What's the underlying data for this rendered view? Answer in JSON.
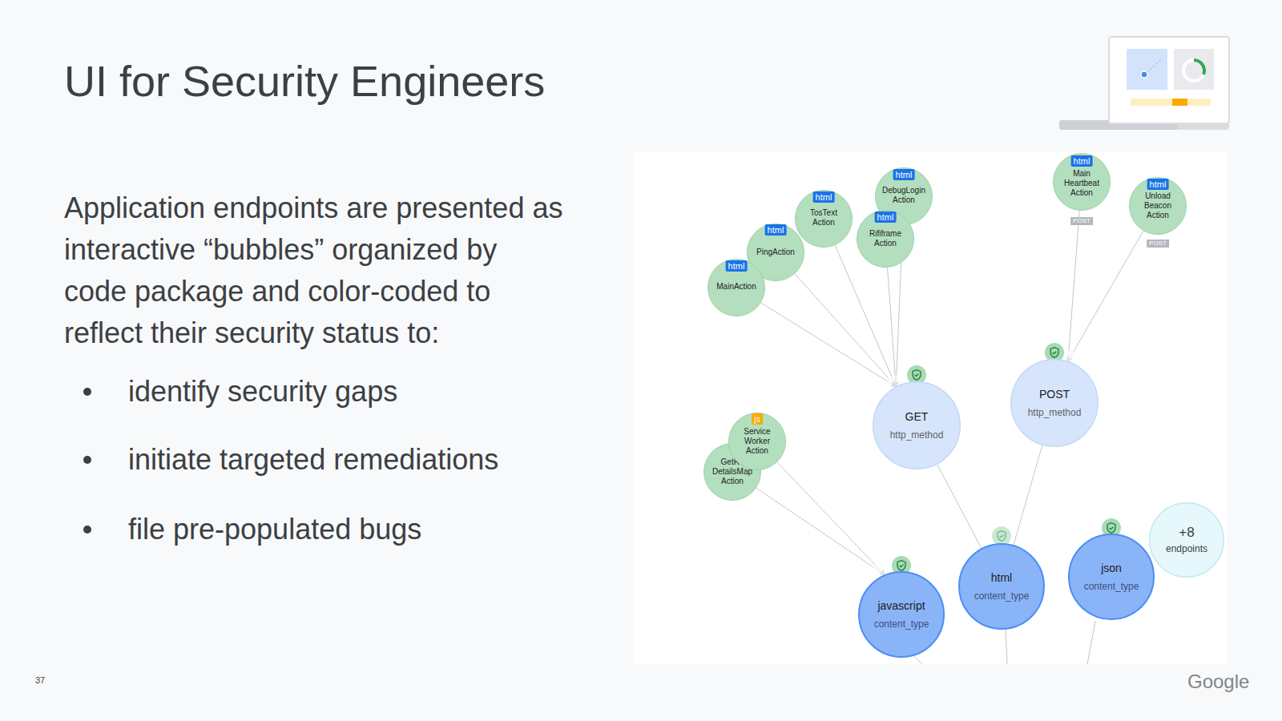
{
  "diagram": {
    "title": "UI for Security Engineers",
    "nodes": [
      {
        "text": [
          "html",
          "MainAction"
        ]
      },
      {
        "text": [
          "html",
          "PingAction"
        ]
      },
      {
        "text": [
          "html",
          "TosText Action"
        ]
      },
      {
        "text": [
          "html",
          "DebugLogin Action"
        ]
      },
      {
        "text": [
          "html",
          "Rififrame Action"
        ]
      },
      {
        "text": [
          "html",
          "Main Heartbeat Action",
          "POST"
        ]
      },
      {
        "text": [
          "html",
          "Unload Beacon Action",
          "POST"
        ]
      },
      {
        "text": [
          "GET",
          "http_method"
        ]
      },
      {
        "text": [
          "POST",
          "http_method"
        ]
      },
      {
        "text": [
          "js",
          "Service Worker Action"
        ]
      },
      {
        "text": [
          "GetRo DetailsMap Action"
        ]
      },
      {
        "text": [
          "javascript",
          "content_type"
        ]
      },
      {
        "text": [
          "html",
          "content_type"
        ]
      },
      {
        "text": [
          "json",
          "content_type"
        ]
      },
      {
        "text": [
          "+8",
          "endpoints"
        ]
      }
    ],
    "edges": [
      {
        "from": 0,
        "to": 7,
        "arrow": "to"
      },
      {
        "from": 1,
        "to": 7,
        "arrow": "to"
      },
      {
        "from": 2,
        "to": 7,
        "arrow": "to"
      },
      {
        "from": 3,
        "to": 7,
        "arrow": "to"
      },
      {
        "from": 4,
        "to": 7,
        "arrow": "to"
      },
      {
        "from": 5,
        "to": 8,
        "arrow": "to"
      },
      {
        "from": 6,
        "to": 8,
        "arrow": "to"
      },
      {
        "from": 9,
        "to": 11,
        "arrow": "to"
      },
      {
        "from": 10,
        "to": 11,
        "arrow": "to"
      },
      {
        "from": 7,
        "to": 12,
        "arrow": "none"
      },
      {
        "from": 8,
        "to": 12,
        "arrow": "none"
      }
    ],
    "labels": [
      "Application endpoints are presented as interactive “bubbles” organized by code package and color-coded to reflect their security status to:",
      "identify security gaps",
      "initiate targeted remediations",
      "file pre-populated bugs",
      "37",
      "Google"
    ]
  }
}
